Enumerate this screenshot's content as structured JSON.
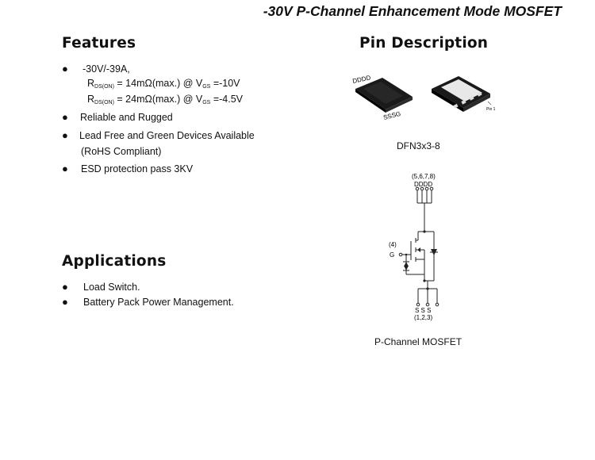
{
  "document": {
    "title": "-30V P-Channel Enhancement Mode MOSFET"
  },
  "features": {
    "heading": "Features",
    "spec_main": "-30V/-39A,",
    "rds_lines": [
      {
        "r": "R",
        "r_sub": "DS(ON)",
        "value": " = 14mΩ(max.) @ V",
        "v_sub": "GS",
        "cond": " =-10V"
      },
      {
        "r": "R",
        "r_sub": "DS(ON)",
        "value": " = 24mΩ(max.) @ V",
        "v_sub": "GS",
        "cond": " =-4.5V"
      }
    ],
    "items": [
      "Reliable and Rugged",
      "Lead Free and Green Devices Available",
      "ESD protection pass 3KV"
    ],
    "rohs_note": "(RoHS Compliant)"
  },
  "applications": {
    "heading": "Applications",
    "items": [
      "Load Switch.",
      "Battery Pack Power Management."
    ]
  },
  "pin_description": {
    "heading": "Pin Description",
    "package_top_label": "DDDD",
    "package_bottom_label": "SSSG",
    "pin1_label": "Pin 1",
    "package_name": "DFN3x3-8",
    "drain_pins": "(5,6,7,8)",
    "drain_letters": "DDDD",
    "gate_pin": "(4)",
    "gate_letter": "G",
    "source_letters": "S S S",
    "source_pins": "(1,2,3)",
    "schematic_caption": "P-Channel MOSFET"
  }
}
